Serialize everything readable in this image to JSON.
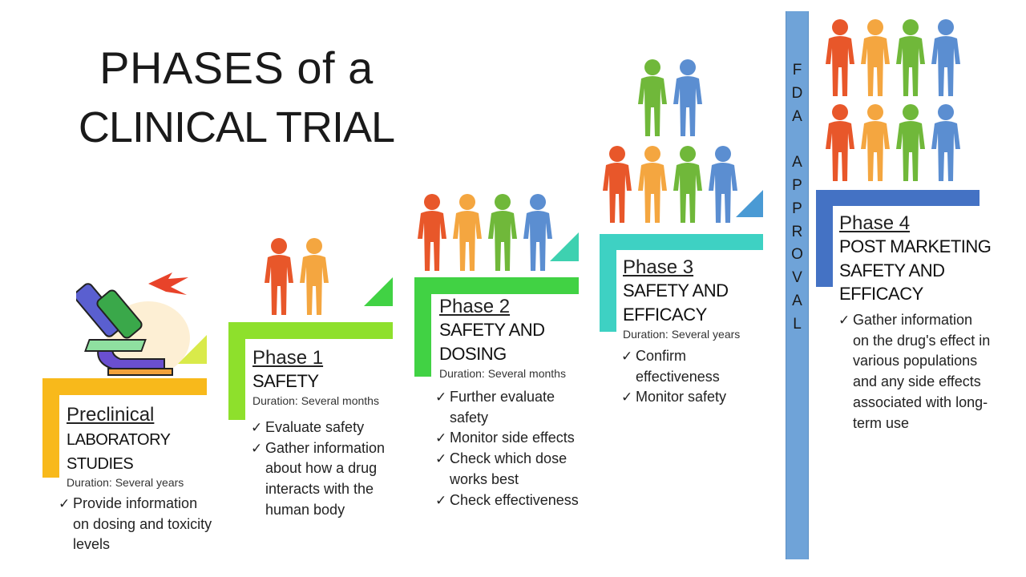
{
  "title": {
    "line1": "PHASES of a",
    "line2": "CLINICAL TRIAL"
  },
  "colors": {
    "preclinical": "#f8b91b",
    "phase1": "#8ee02c",
    "phase2": "#41d244",
    "phase3": "#3ed1c3",
    "phase4": "#4472c4",
    "fda": "#6fa3d8",
    "person_red": "#e8572a",
    "person_orange": "#f4a640",
    "person_green": "#70b83a",
    "person_blue": "#5b8ed1"
  },
  "fda_label": "FDA APPROVAL",
  "phases": {
    "preclinical": {
      "name": "Preclinical",
      "subtitle": [
        "LABORATORY",
        "STUDIES"
      ],
      "duration": "Duration: Several years",
      "items": [
        "Provide information on dosing and toxicity levels"
      ]
    },
    "phase1": {
      "name": "Phase 1",
      "subtitle": [
        "SAFETY"
      ],
      "duration": "Duration: Several months",
      "items": [
        "Evaluate safety",
        "Gather information about how a drug interacts with the human body"
      ]
    },
    "phase2": {
      "name": "Phase 2",
      "subtitle": [
        "SAFETY AND",
        "DOSING"
      ],
      "duration": "Duration: Several months",
      "items": [
        "Further evaluate safety",
        "Monitor side effects",
        "Check which dose works best",
        "Check effectiveness"
      ]
    },
    "phase3": {
      "name": "Phase 3",
      "subtitle": [
        "SAFETY AND",
        "EFFICACY"
      ],
      "duration": "Duration: Several years",
      "items": [
        "Confirm effectiveness",
        "Monitor safety"
      ]
    },
    "phase4": {
      "name": "Phase 4",
      "subtitle": [
        "POST MARKETING",
        "SAFETY AND",
        "EFFICACY"
      ],
      "items": [
        "Gather information on the drug's effect in various populations and any side effects associated with long-term use"
      ]
    }
  },
  "icons": {
    "lab": "microscope-icon",
    "people": "person-icon"
  }
}
